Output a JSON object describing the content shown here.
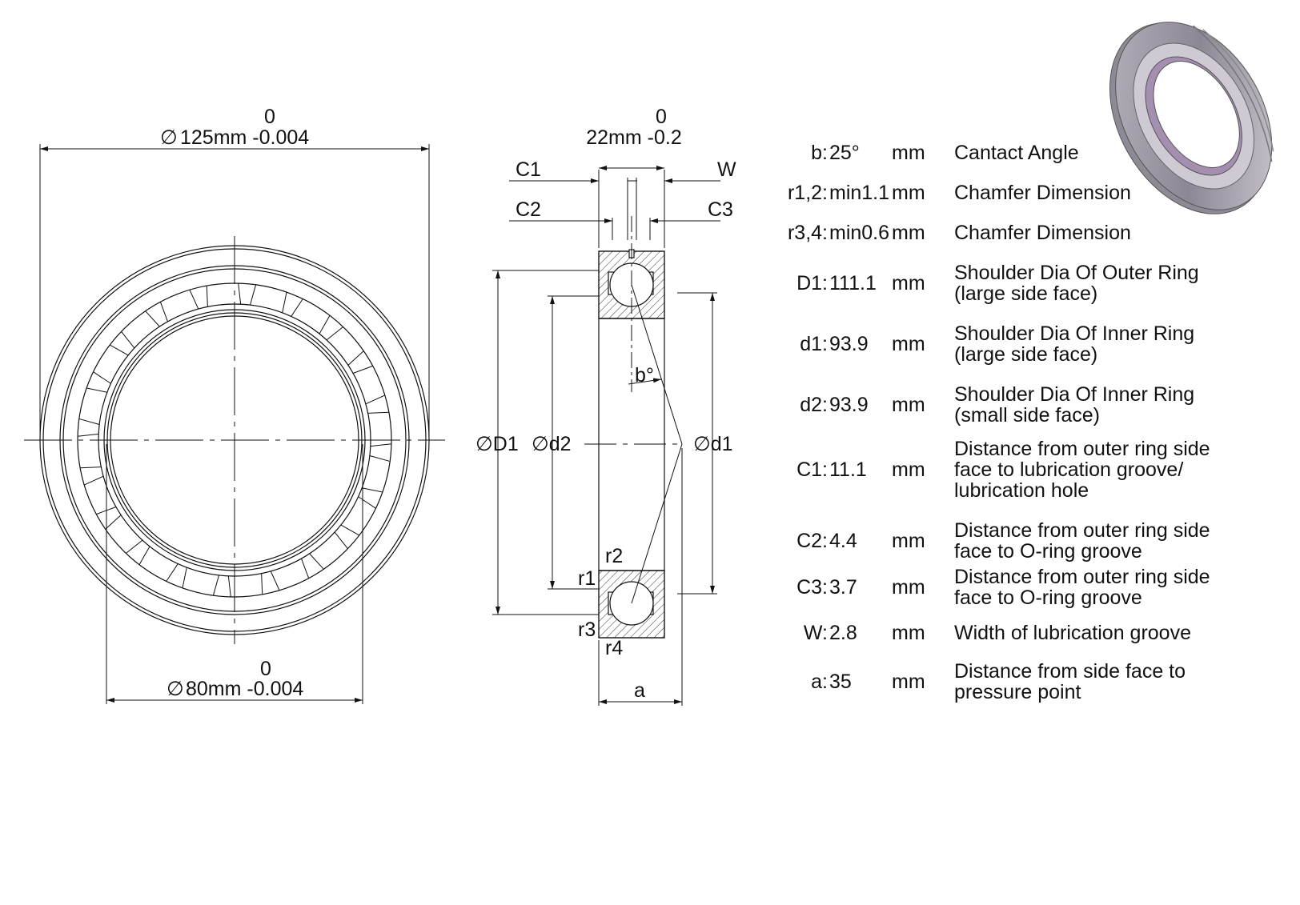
{
  "front_view": {
    "outer_diameter": {
      "symbol": "∅",
      "text": "125mm -0.004",
      "upper_tol": "0"
    },
    "inner_diameter": {
      "symbol": "∅",
      "text": "80mm -0.004",
      "upper_tol": "0"
    }
  },
  "section_view": {
    "width": {
      "text": "22mm -0.2",
      "upper_tol": "0"
    },
    "labels": {
      "C1": "C1",
      "C2": "C2",
      "C3": "C3",
      "W": "W",
      "D1": "∅D1",
      "d2": "∅d2",
      "d1": "∅d1",
      "b": "b°",
      "r1": "r1",
      "r2": "r2",
      "r3": "r3",
      "r4": "r4",
      "a": "a"
    }
  },
  "specs": [
    {
      "sym": "b:",
      "val": "25°",
      "unit": "mm",
      "desc": [
        "Cantact Angle"
      ]
    },
    {
      "sym": "r1,2:",
      "val": "min1.1",
      "unit": "mm",
      "desc": [
        "Chamfer Dimension"
      ]
    },
    {
      "sym": "r3,4:",
      "val": "min0.6",
      "unit": "mm",
      "desc": [
        "Chamfer Dimension"
      ]
    },
    {
      "sym": "D1:",
      "val": "111.1",
      "unit": "mm",
      "desc": [
        "Shoulder Dia Of Outer Ring",
        "(large side face)"
      ]
    },
    {
      "sym": "d1:",
      "val": "93.9",
      "unit": "mm",
      "desc": [
        "Shoulder Dia Of Inner Ring",
        "(large side face)"
      ]
    },
    {
      "sym": "d2:",
      "val": "93.9",
      "unit": "mm",
      "desc": [
        "Shoulder Dia Of Inner Ring",
        "(small side face)"
      ]
    },
    {
      "sym": "C1:",
      "val": "11.1",
      "unit": "mm",
      "desc": [
        "Distance from outer  ring  side",
        "face to lubrication groove/",
        "lubrication hole"
      ]
    },
    {
      "sym": "C2:",
      "val": "4.4",
      "unit": "mm",
      "desc": [
        "Distance from outer ring side",
        "face to O-ring groove"
      ]
    },
    {
      "sym": "C3:",
      "val": "3.7",
      "unit": "mm",
      "desc": [
        "Distance from outer ring side",
        "face to O-ring groove"
      ]
    },
    {
      "sym": "W:",
      "val": "2.8",
      "unit": "mm",
      "desc": [
        "Width of lubrication groove"
      ]
    },
    {
      "sym": "a:",
      "val": "35",
      "unit": "mm",
      "desc": [
        "Distance from side face to",
        "pressure point"
      ]
    }
  ]
}
